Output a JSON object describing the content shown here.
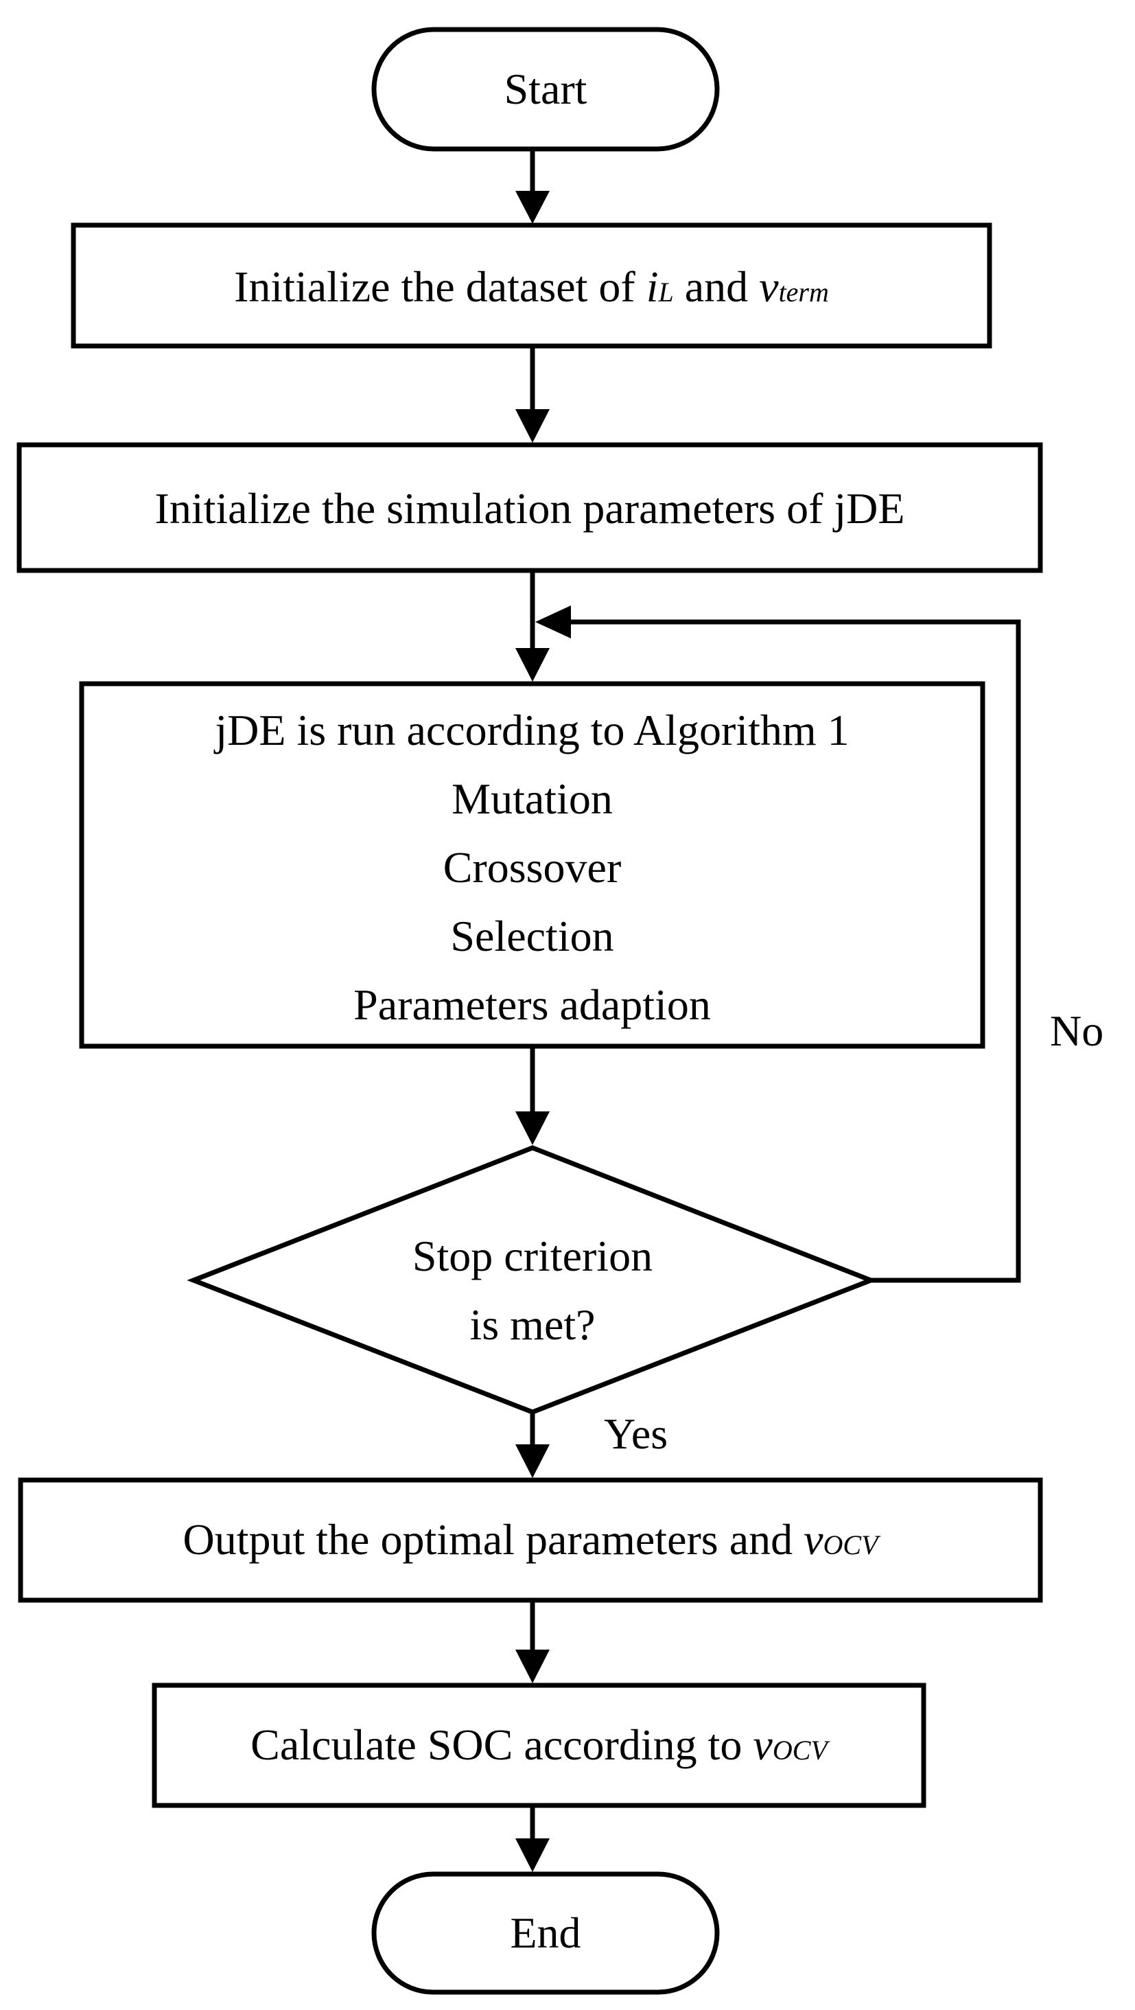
{
  "nodes": {
    "start": {
      "text": "Start"
    },
    "init_dataset": {
      "text": "Initialize the dataset of ",
      "var1": "i",
      "var1_sub": "L",
      "mid": " and ",
      "var2": "v",
      "var2_sub": "term"
    },
    "init_params": {
      "text": "Initialize the simulation parameters of jDE"
    },
    "jde_run": {
      "lines": [
        "jDE is run according to Algorithm 1",
        "Mutation",
        "Crossover",
        "Selection",
        "Parameters adaption"
      ]
    },
    "stop": {
      "lines": [
        "Stop criterion",
        "is met?"
      ]
    },
    "output": {
      "text": "Output the optimal parameters and ",
      "var": "v",
      "var_sub": "OCV"
    },
    "calc_soc": {
      "text": "Calculate SOC according to ",
      "var": "v",
      "var_sub": "OCV"
    },
    "end": {
      "text": "End"
    }
  },
  "edges": {
    "no_label": "No",
    "yes_label": "Yes"
  }
}
